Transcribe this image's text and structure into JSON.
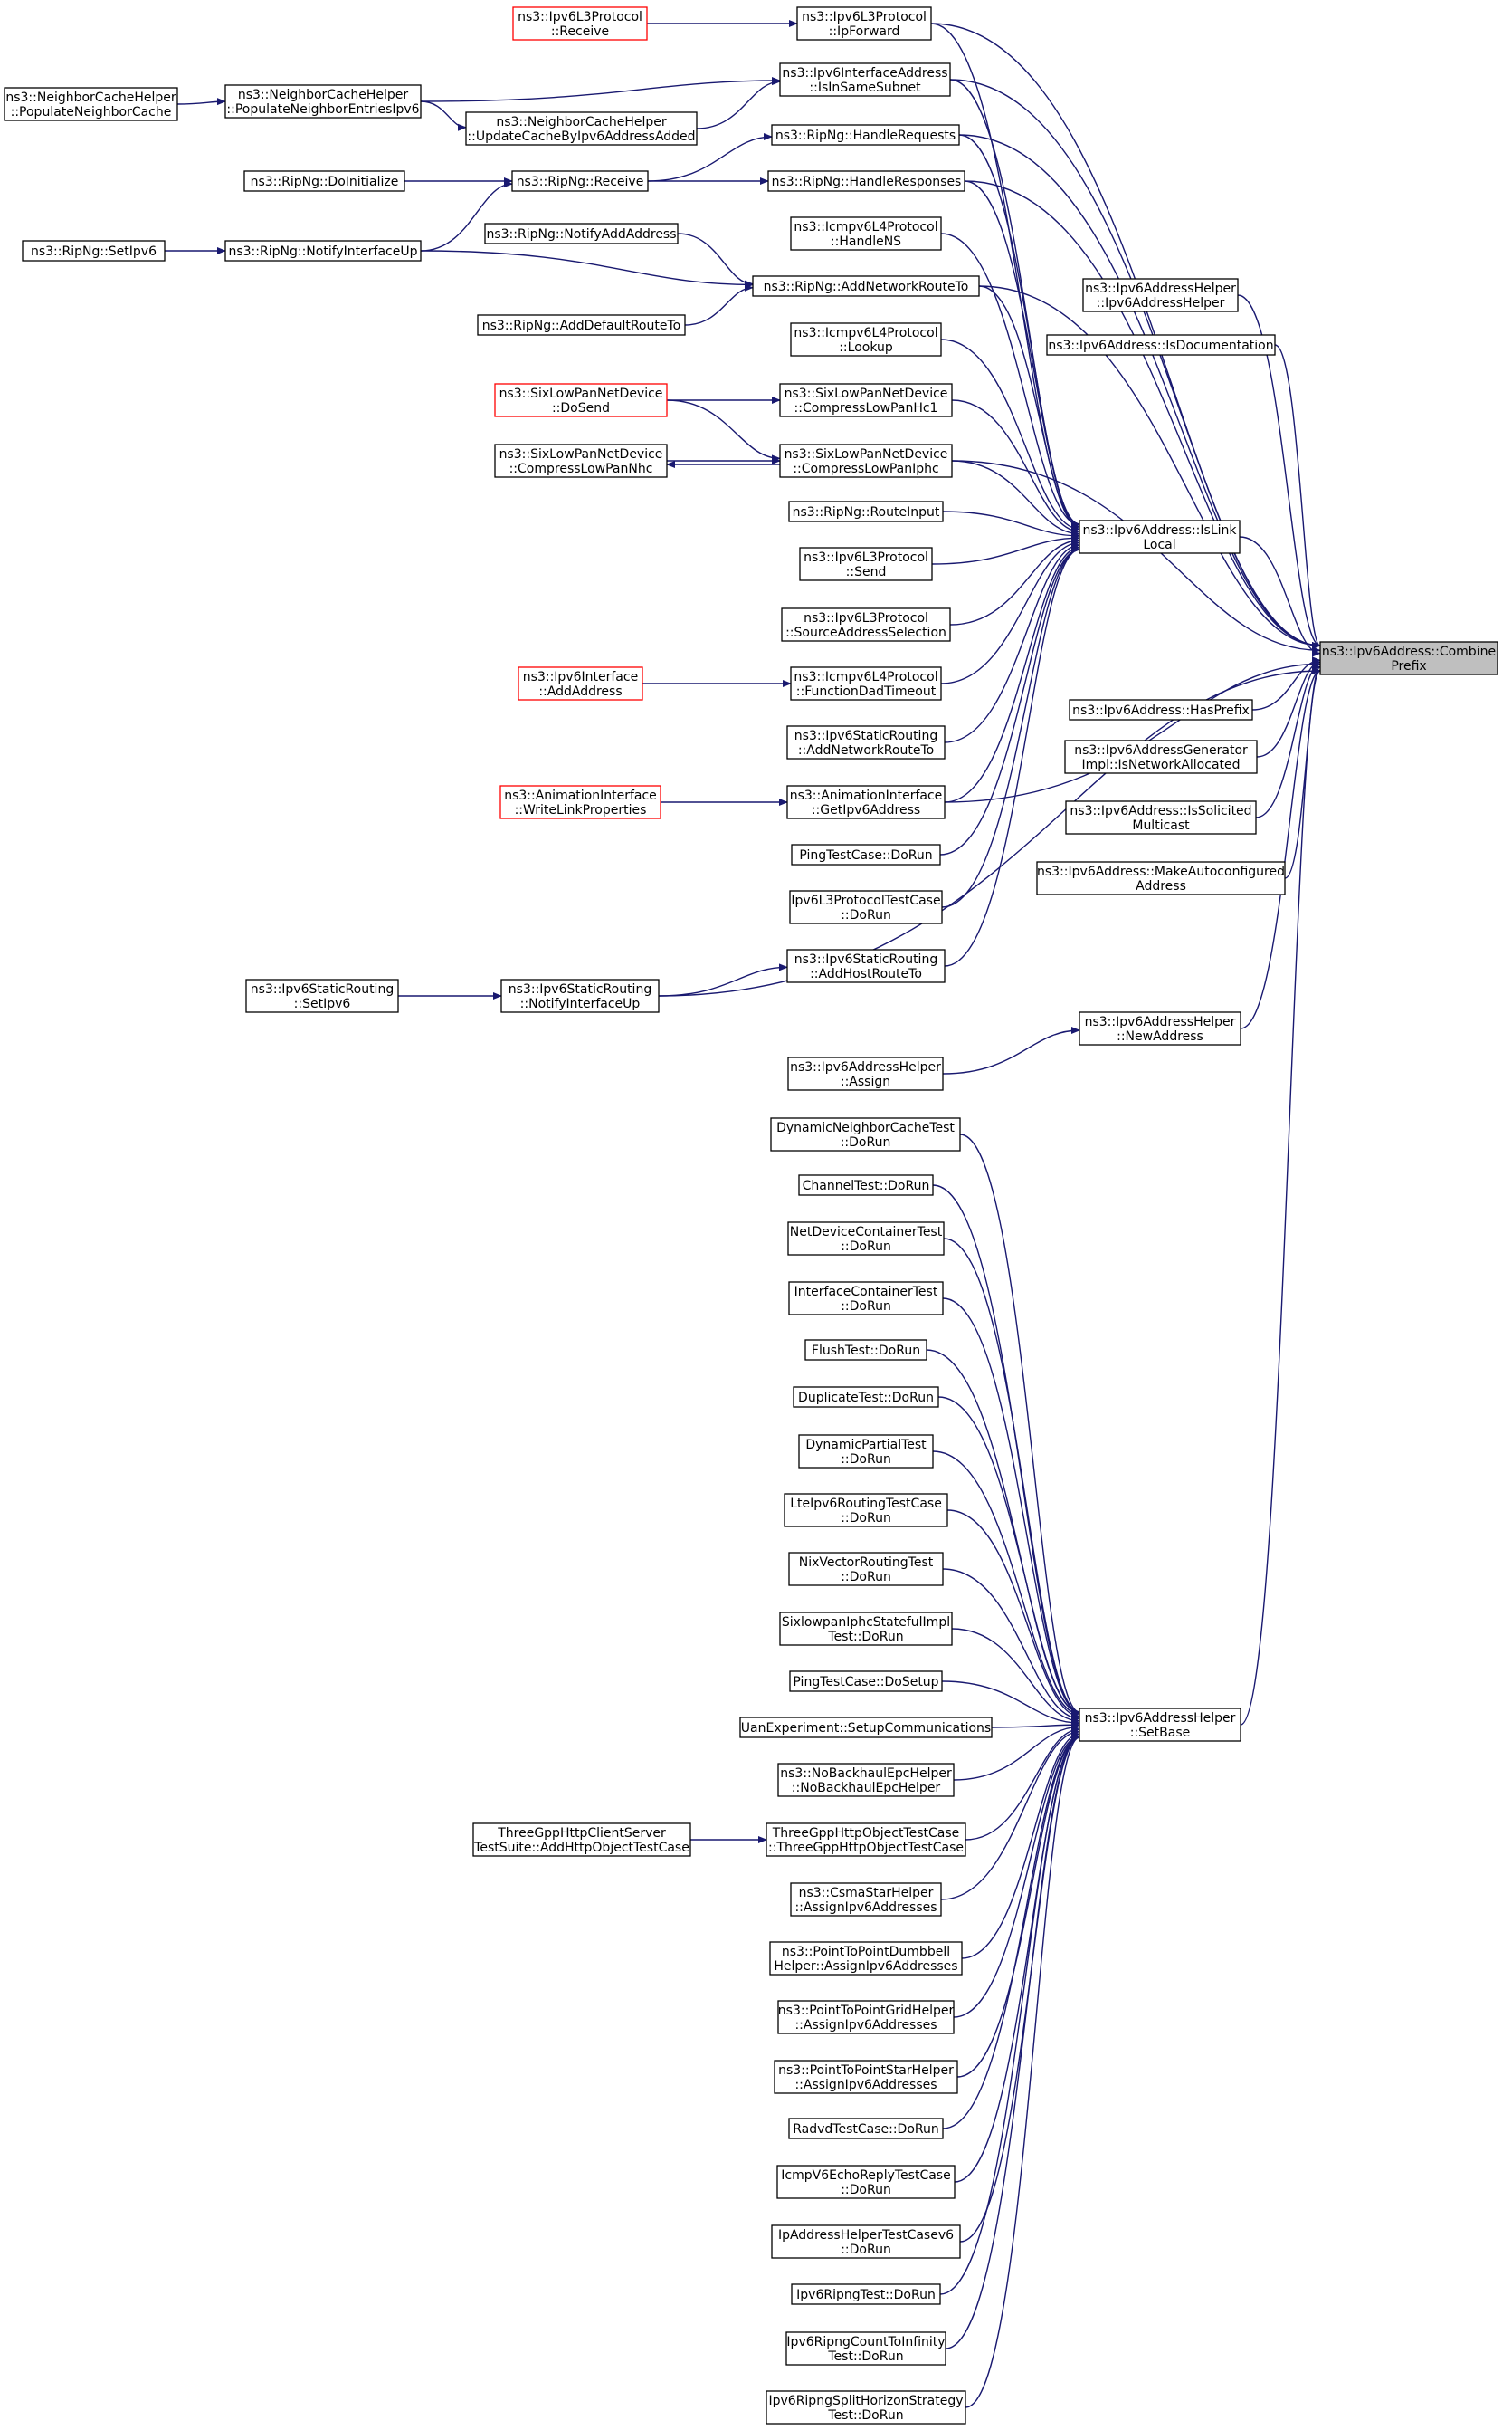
{
  "nodes": [
    {
      "id": "combine",
      "lines": [
        "ns3::Ipv6Address::Combine",
        "Prefix"
      ],
      "highlight": true
    },
    {
      "id": "islinklocal",
      "lines": [
        "ns3::Ipv6Address::IsLink",
        "Local"
      ]
    },
    {
      "id": "isdoc",
      "lines": [
        "ns3::Ipv6Address::IsDocumentation"
      ]
    },
    {
      "id": "ahctor",
      "lines": [
        "ns3::Ipv6AddressHelper",
        "::Ipv6AddressHelper"
      ]
    },
    {
      "id": "hasprefix",
      "lines": [
        "ns3::Ipv6Address::HasPrefix"
      ]
    },
    {
      "id": "gen",
      "lines": [
        "ns3::Ipv6AddressGenerator",
        "Impl::IsNetworkAllocated"
      ]
    },
    {
      "id": "solicited",
      "lines": [
        "ns3::Ipv6Address::IsSolicited",
        "Multicast"
      ]
    },
    {
      "id": "autoconf",
      "lines": [
        "ns3::Ipv6Address::MakeAutoconfigured",
        "Address"
      ]
    },
    {
      "id": "newaddr",
      "lines": [
        "ns3::Ipv6AddressHelper",
        "::NewAddress"
      ]
    },
    {
      "id": "setbase",
      "lines": [
        "ns3::Ipv6AddressHelper",
        "::SetBase"
      ]
    },
    {
      "id": "ipforward",
      "lines": [
        "ns3::Ipv6L3Protocol",
        "::IpForward"
      ]
    },
    {
      "id": "issame",
      "lines": [
        "ns3::Ipv6InterfaceAddress",
        "::IsInSameSubnet"
      ]
    },
    {
      "id": "handlereq",
      "lines": [
        "ns3::RipNg::HandleRequests"
      ]
    },
    {
      "id": "handleresp",
      "lines": [
        "ns3::RipNg::HandleResponses"
      ]
    },
    {
      "id": "handlens",
      "lines": [
        "ns3::Icmpv6L4Protocol",
        "::HandleNS"
      ]
    },
    {
      "id": "addnet",
      "lines": [
        "ns3::RipNg::AddNetworkRouteTo"
      ]
    },
    {
      "id": "lookup",
      "lines": [
        "ns3::Icmpv6L4Protocol",
        "::Lookup"
      ]
    },
    {
      "id": "hc1",
      "lines": [
        "ns3::SixLowPanNetDevice",
        "::CompressLowPanHc1"
      ]
    },
    {
      "id": "iphc",
      "lines": [
        "ns3::SixLowPanNetDevice",
        "::CompressLowPanIphc"
      ]
    },
    {
      "id": "routeinput",
      "lines": [
        "ns3::RipNg::RouteInput"
      ]
    },
    {
      "id": "send",
      "lines": [
        "ns3::Ipv6L3Protocol",
        "::Send"
      ]
    },
    {
      "id": "srcsel",
      "lines": [
        "ns3::Ipv6L3Protocol",
        "::SourceAddressSelection"
      ]
    },
    {
      "id": "dadtimeout",
      "lines": [
        "ns3::Icmpv6L4Protocol",
        "::FunctionDadTimeout"
      ]
    },
    {
      "id": "staticaddnet",
      "lines": [
        "ns3::Ipv6StaticRouting",
        "::AddNetworkRouteTo"
      ]
    },
    {
      "id": "getipv6",
      "lines": [
        "ns3::AnimationInterface",
        "::GetIpv6Address"
      ]
    },
    {
      "id": "pingdorun",
      "lines": [
        "PingTestCase::DoRun"
      ]
    },
    {
      "id": "ipv6l3test",
      "lines": [
        "Ipv6L3ProtocolTestCase",
        "::DoRun"
      ]
    },
    {
      "id": "addhost",
      "lines": [
        "ns3::Ipv6StaticRouting",
        "::AddHostRouteTo"
      ]
    },
    {
      "id": "ahassign",
      "lines": [
        "ns3::Ipv6AddressHelper",
        "::Assign"
      ]
    },
    {
      "id": "l3receive",
      "lines": [
        "ns3::Ipv6L3Protocol",
        "::Receive"
      ],
      "red": true
    },
    {
      "id": "popentries",
      "lines": [
        "ns3::NeighborCacheHelper",
        "::PopulateNeighborEntriesIpv6"
      ]
    },
    {
      "id": "popcache",
      "lines": [
        "ns3::NeighborCacheHelper",
        "::PopulateNeighborCache"
      ]
    },
    {
      "id": "updcache",
      "lines": [
        "ns3::NeighborCacheHelper",
        "::UpdateCacheByIpv6AddressAdded"
      ]
    },
    {
      "id": "ripreceive",
      "lines": [
        "ns3::RipNg::Receive"
      ]
    },
    {
      "id": "ripinit",
      "lines": [
        "ns3::RipNg::DoInitialize"
      ]
    },
    {
      "id": "ripifup",
      "lines": [
        "ns3::RipNg::NotifyInterfaceUp"
      ]
    },
    {
      "id": "ripsetipv6",
      "lines": [
        "ns3::RipNg::SetIpv6"
      ]
    },
    {
      "id": "ripaddaddr",
      "lines": [
        "ns3::RipNg::NotifyAddAddress"
      ]
    },
    {
      "id": "ripdefault",
      "lines": [
        "ns3::RipNg::AddDefaultRouteTo"
      ]
    },
    {
      "id": "dosend",
      "lines": [
        "ns3::SixLowPanNetDevice",
        "::DoSend"
      ],
      "red": true
    },
    {
      "id": "nhc",
      "lines": [
        "ns3::SixLowPanNetDevice",
        "::CompressLowPanNhc"
      ]
    },
    {
      "id": "ifaceadd",
      "lines": [
        "ns3::Ipv6Interface",
        "::AddAddress"
      ],
      "red": true
    },
    {
      "id": "writelink",
      "lines": [
        "ns3::AnimationInterface",
        "::WriteLinkProperties"
      ],
      "red": true
    },
    {
      "id": "staticifup",
      "lines": [
        "ns3::Ipv6StaticRouting",
        "::NotifyInterfaceUp"
      ]
    },
    {
      "id": "staticsetipv6",
      "lines": [
        "ns3::Ipv6StaticRouting",
        "::SetIpv6"
      ]
    },
    {
      "id": "t_dnc",
      "lines": [
        "DynamicNeighborCacheTest",
        "::DoRun"
      ]
    },
    {
      "id": "t_chan",
      "lines": [
        "ChannelTest::DoRun"
      ]
    },
    {
      "id": "t_ndc",
      "lines": [
        "NetDeviceContainerTest",
        "::DoRun"
      ]
    },
    {
      "id": "t_ic",
      "lines": [
        "InterfaceContainerTest",
        "::DoRun"
      ]
    },
    {
      "id": "t_flush",
      "lines": [
        "FlushTest::DoRun"
      ]
    },
    {
      "id": "t_dup",
      "lines": [
        "DuplicateTest::DoRun"
      ]
    },
    {
      "id": "t_dpart",
      "lines": [
        "DynamicPartialTest",
        "::DoRun"
      ]
    },
    {
      "id": "t_lte",
      "lines": [
        "LteIpv6RoutingTestCase",
        "::DoRun"
      ]
    },
    {
      "id": "t_nix",
      "lines": [
        "NixVectorRoutingTest",
        "::DoRun"
      ]
    },
    {
      "id": "t_six",
      "lines": [
        "SixlowpanIphcStatefulImpl",
        "Test::DoRun"
      ]
    },
    {
      "id": "t_pingsetup",
      "lines": [
        "PingTestCase::DoSetup"
      ]
    },
    {
      "id": "t_uan",
      "lines": [
        "UanExperiment::SetupCommunications"
      ]
    },
    {
      "id": "t_nobh",
      "lines": [
        "ns3::NoBackhaulEpcHelper",
        "::NoBackhaulEpcHelper"
      ]
    },
    {
      "id": "t_3gpp",
      "lines": [
        "ThreeGppHttpObjectTestCase",
        "::ThreeGppHttpObjectTestCase"
      ]
    },
    {
      "id": "t_3gppsuite",
      "lines": [
        "ThreeGppHttpClientServer",
        "TestSuite::AddHttpObjectTestCase"
      ]
    },
    {
      "id": "t_csma",
      "lines": [
        "ns3::CsmaStarHelper",
        "::AssignIpv6Addresses"
      ]
    },
    {
      "id": "t_p2pdb",
      "lines": [
        "ns3::PointToPointDumbbell",
        "Helper::AssignIpv6Addresses"
      ]
    },
    {
      "id": "t_p2pgrid",
      "lines": [
        "ns3::PointToPointGridHelper",
        "::AssignIpv6Addresses"
      ]
    },
    {
      "id": "t_p2pstar",
      "lines": [
        "ns3::PointToPointStarHelper",
        "::AssignIpv6Addresses"
      ]
    },
    {
      "id": "t_radvd",
      "lines": [
        "RadvdTestCase::DoRun"
      ]
    },
    {
      "id": "t_icmpecho",
      "lines": [
        "IcmpV6EchoReplyTestCase",
        "::DoRun"
      ]
    },
    {
      "id": "t_iphelper",
      "lines": [
        "IpAddressHelperTestCasev6",
        "::DoRun"
      ]
    },
    {
      "id": "t_ripng",
      "lines": [
        "Ipv6RipngTest::DoRun"
      ]
    },
    {
      "id": "t_ripcount",
      "lines": [
        "Ipv6RipngCountToInfinity",
        "Test::DoRun"
      ]
    },
    {
      "id": "t_ripsplit",
      "lines": [
        "Ipv6RipngSplitHorizonStrategy",
        "Test::DoRun"
      ]
    }
  ],
  "edges": [
    [
      "islinklocal",
      "combine"
    ],
    [
      "isdoc",
      "combine"
    ],
    [
      "ahctor",
      "combine"
    ],
    [
      "hasprefix",
      "combine"
    ],
    [
      "gen",
      "combine"
    ],
    [
      "solicited",
      "combine"
    ],
    [
      "autoconf",
      "combine"
    ],
    [
      "newaddr",
      "combine"
    ],
    [
      "setbase",
      "combine"
    ],
    [
      "ipforward",
      "combine"
    ],
    [
      "issame",
      "combine"
    ],
    [
      "handlereq",
      "combine"
    ],
    [
      "handleresp",
      "combine"
    ],
    [
      "addnet",
      "combine"
    ],
    [
      "iphc",
      "combine"
    ],
    [
      "getipv6",
      "combine"
    ],
    [
      "staticifup",
      "combine"
    ],
    [
      "ipforward",
      "islinklocal"
    ],
    [
      "issame",
      "islinklocal"
    ],
    [
      "handlereq",
      "islinklocal"
    ],
    [
      "handleresp",
      "islinklocal"
    ],
    [
      "handlens",
      "islinklocal"
    ],
    [
      "addnet",
      "islinklocal"
    ],
    [
      "lookup",
      "islinklocal"
    ],
    [
      "hc1",
      "islinklocal"
    ],
    [
      "iphc",
      "islinklocal"
    ],
    [
      "routeinput",
      "islinklocal"
    ],
    [
      "send",
      "islinklocal"
    ],
    [
      "srcsel",
      "islinklocal"
    ],
    [
      "dadtimeout",
      "islinklocal"
    ],
    [
      "staticaddnet",
      "islinklocal"
    ],
    [
      "getipv6",
      "islinklocal"
    ],
    [
      "pingdorun",
      "islinklocal"
    ],
    [
      "ipv6l3test",
      "islinklocal"
    ],
    [
      "addhost",
      "islinklocal"
    ],
    [
      "ahassign",
      "newaddr"
    ],
    [
      "l3receive",
      "ipforward"
    ],
    [
      "popentries",
      "issame"
    ],
    [
      "updcache",
      "issame"
    ],
    [
      "popcache",
      "popentries"
    ],
    [
      "popentries",
      "updcache"
    ],
    [
      "ripreceive",
      "handlereq"
    ],
    [
      "ripreceive",
      "handleresp"
    ],
    [
      "ripinit",
      "ripreceive"
    ],
    [
      "ripifup",
      "ripreceive"
    ],
    [
      "ripsetipv6",
      "ripifup"
    ],
    [
      "ripaddaddr",
      "addnet"
    ],
    [
      "ripifup",
      "addnet"
    ],
    [
      "ripdefault",
      "addnet"
    ],
    [
      "dosend",
      "hc1"
    ],
    [
      "dosend",
      "iphc"
    ],
    [
      "iphc",
      "nhc"
    ],
    [
      "nhc",
      "iphc"
    ],
    [
      "ifaceadd",
      "dadtimeout"
    ],
    [
      "writelink",
      "getipv6"
    ],
    [
      "staticifup",
      "addhost"
    ],
    [
      "staticsetipv6",
      "staticifup"
    ],
    [
      "t_dnc",
      "setbase"
    ],
    [
      "t_chan",
      "setbase"
    ],
    [
      "t_ndc",
      "setbase"
    ],
    [
      "t_ic",
      "setbase"
    ],
    [
      "t_flush",
      "setbase"
    ],
    [
      "t_dup",
      "setbase"
    ],
    [
      "t_dpart",
      "setbase"
    ],
    [
      "t_lte",
      "setbase"
    ],
    [
      "t_nix",
      "setbase"
    ],
    [
      "t_six",
      "setbase"
    ],
    [
      "t_pingsetup",
      "setbase"
    ],
    [
      "t_uan",
      "setbase"
    ],
    [
      "t_nobh",
      "setbase"
    ],
    [
      "t_3gpp",
      "setbase"
    ],
    [
      "t_csma",
      "setbase"
    ],
    [
      "t_p2pdb",
      "setbase"
    ],
    [
      "t_p2pgrid",
      "setbase"
    ],
    [
      "t_p2pstar",
      "setbase"
    ],
    [
      "t_radvd",
      "setbase"
    ],
    [
      "t_icmpecho",
      "setbase"
    ],
    [
      "t_iphelper",
      "setbase"
    ],
    [
      "t_ripng",
      "setbase"
    ],
    [
      "t_ripcount",
      "setbase"
    ],
    [
      "t_ripsplit",
      "setbase"
    ],
    [
      "t_3gppsuite",
      "t_3gpp"
    ]
  ],
  "colors": {
    "edge": "#191970",
    "border": "#000000",
    "border_red": "#ff0000",
    "highlight_fill": "#bfbfbf"
  }
}
